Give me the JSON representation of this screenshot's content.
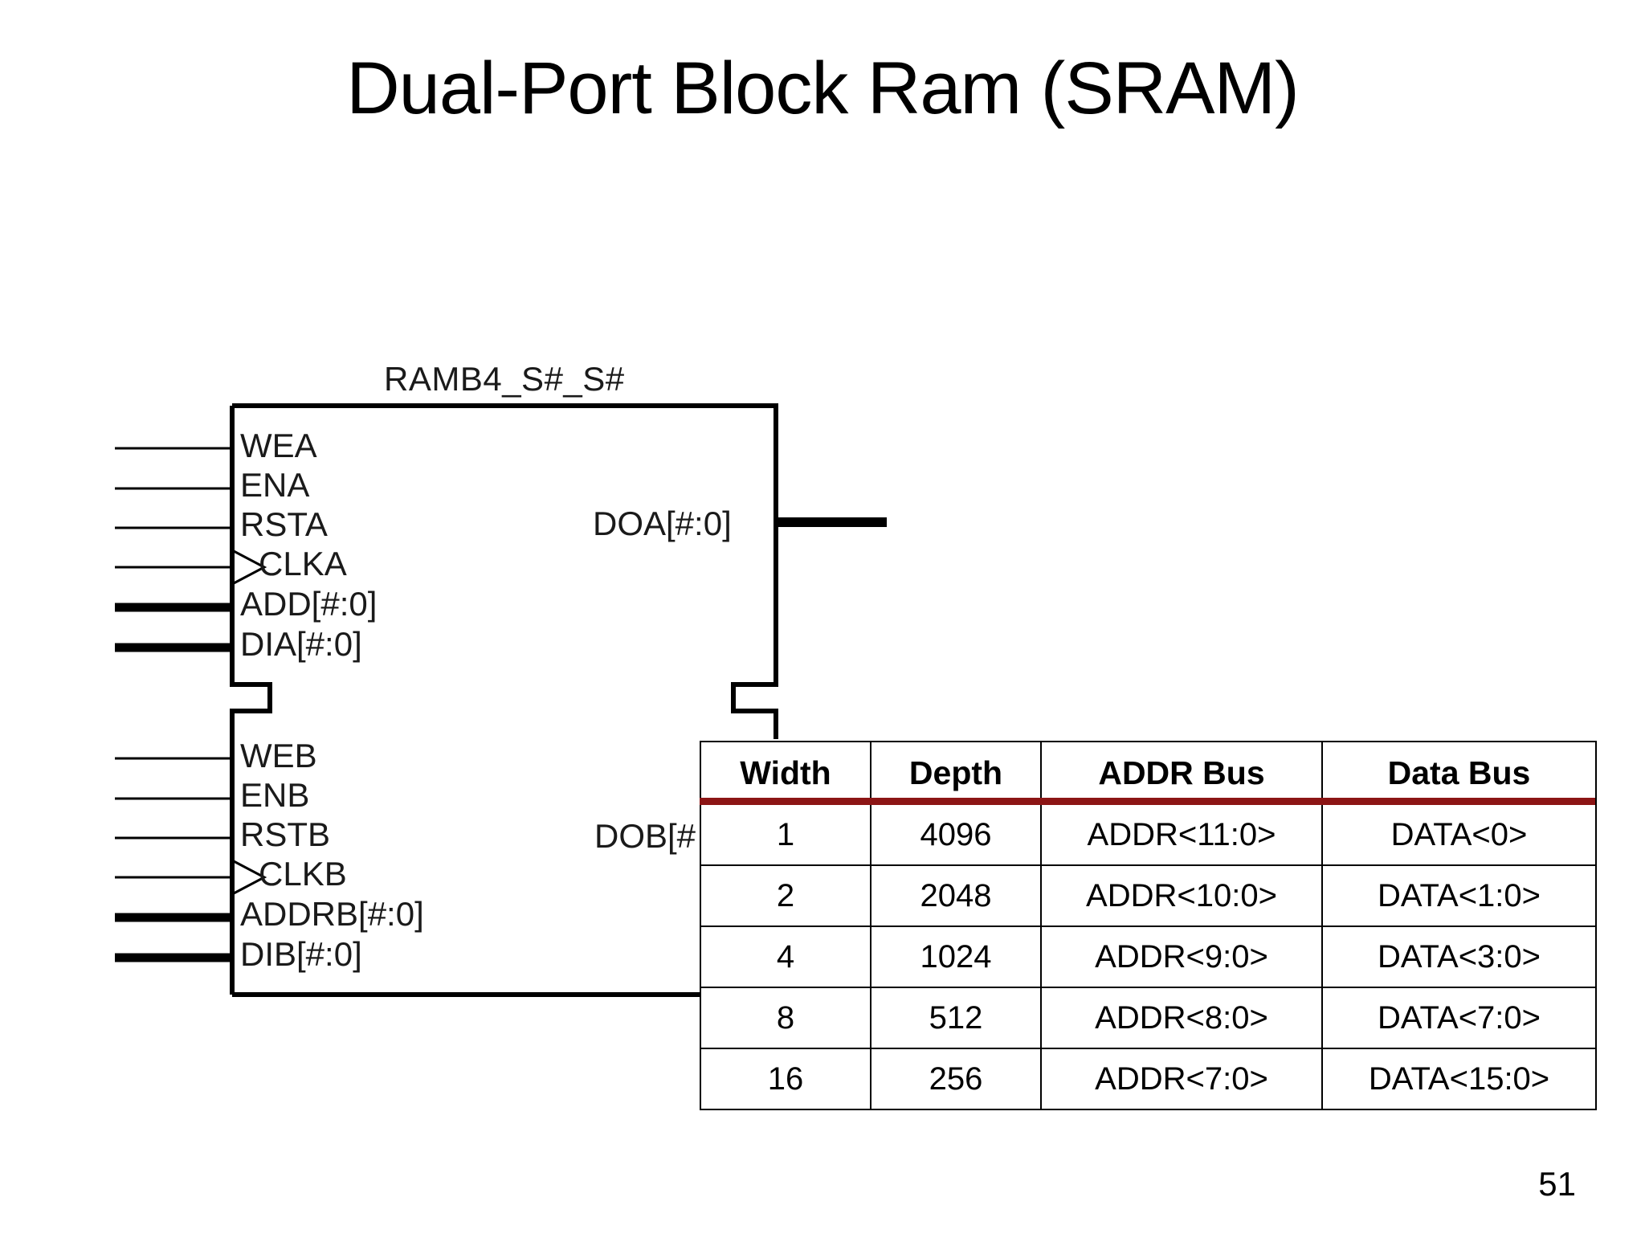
{
  "slide": {
    "title": "Dual-Port Block Ram (SRAM)",
    "page_number": "51"
  },
  "diagram": {
    "block_name": "RAMB4_S#_S#",
    "port_a": {
      "inputs": [
        {
          "label": "WEA",
          "bus": false,
          "clock": false
        },
        {
          "label": "ENA",
          "bus": false,
          "clock": false
        },
        {
          "label": "RSTA",
          "bus": false,
          "clock": false
        },
        {
          "label": "CLKA",
          "bus": false,
          "clock": true
        },
        {
          "label": "ADD[#:0]",
          "bus": true,
          "clock": false
        },
        {
          "label": "DIA[#:0]",
          "bus": true,
          "clock": false
        }
      ],
      "outputs": [
        {
          "label": "DOA[#:0]",
          "bus": true
        }
      ]
    },
    "port_b": {
      "inputs": [
        {
          "label": "WEB",
          "bus": false,
          "clock": false
        },
        {
          "label": "ENB",
          "bus": false,
          "clock": false
        },
        {
          "label": "RSTB",
          "bus": false,
          "clock": false
        },
        {
          "label": "CLKB",
          "bus": false,
          "clock": true
        },
        {
          "label": "ADDRB[#:0]",
          "bus": true,
          "clock": false
        },
        {
          "label": "DIB[#:0]",
          "bus": true,
          "clock": false
        }
      ],
      "outputs": [
        {
          "label": "DOB[#",
          "bus": true
        }
      ]
    }
  },
  "spec_table": {
    "accent_color": "#8c1515",
    "headers": [
      "Width",
      "Depth",
      "ADDR Bus",
      "Data Bus"
    ],
    "rows": [
      [
        "1",
        "4096",
        "ADDR<11:0>",
        "DATA<0>"
      ],
      [
        "2",
        "2048",
        "ADDR<10:0>",
        "DATA<1:0>"
      ],
      [
        "4",
        "1024",
        "ADDR<9:0>",
        "DATA<3:0>"
      ],
      [
        "8",
        "512",
        "ADDR<8:0>",
        "DATA<7:0>"
      ],
      [
        "16",
        "256",
        "ADDR<7:0>",
        "DATA<15:0>"
      ]
    ]
  }
}
